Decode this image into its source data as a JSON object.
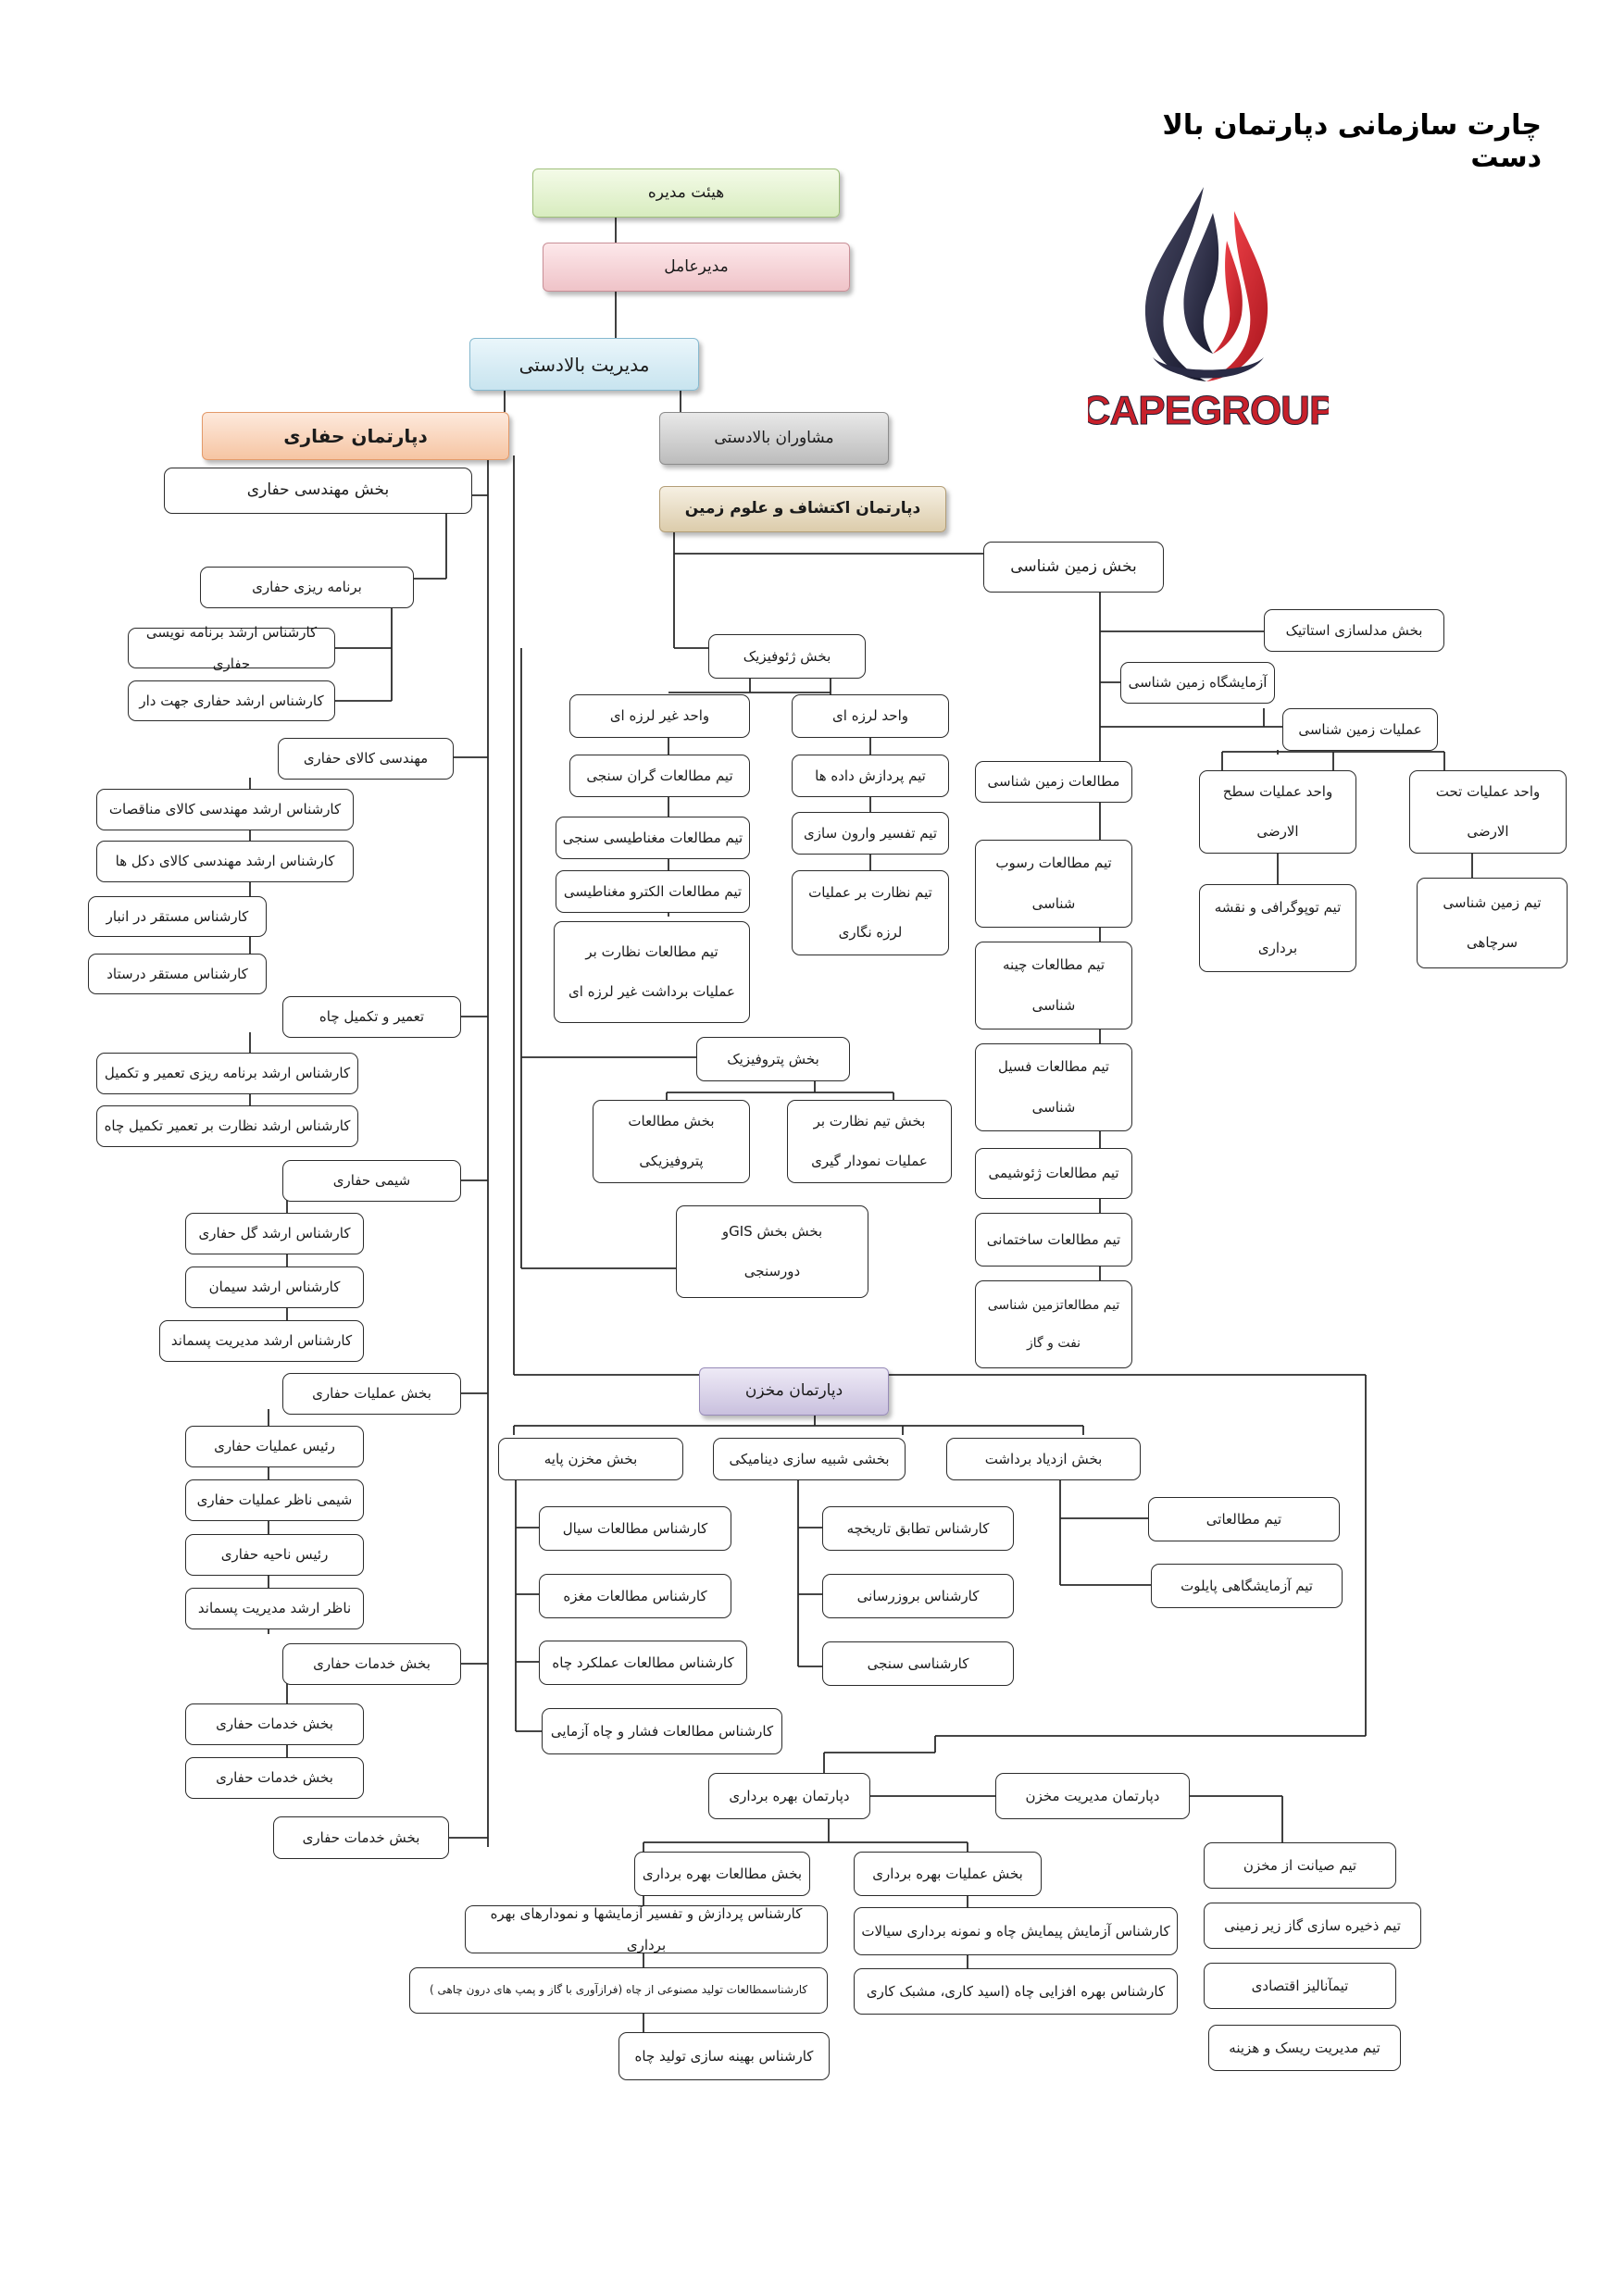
{
  "title": "چارت سازمانی دپارتمان بالا دست",
  "logo": {
    "text": "CAPEGROUP",
    "icon": "flame-drop-logo-icon",
    "colors": {
      "red": "#d3202a",
      "dark": "#1f2035"
    }
  },
  "top": {
    "board": "هیئت مدیره",
    "ceo": "مدیرعامل",
    "upstream_management": "مدیریت بالادستی",
    "drilling_department": "دپارتمان حفاری",
    "upstream_advisors": "مشاوران بالادستی",
    "exploration_department": "دپارتمان اکتشاف و علوم زمین",
    "reservoir_department": "دپارتمان مخزن"
  },
  "drilling": {
    "engineering": "بخش مهندسی حفاری",
    "planning": "برنامه ریزی حفاری",
    "senior_program_writer": "کارشناس ارشد برنامه نویسی حفاری",
    "senior_directional": "کارشناس ارشد حفاری جهت دار",
    "goods_engineering": "مهندسی کالای حفاری",
    "senior_tender_goods": "کارشناس ارشد مهندسی کالای مناقصات",
    "senior_rig_goods": "کارشناس ارشد مهندسی کالای دکل ها",
    "warehouse_expert": "کارشناس مستقر در انبار",
    "rig_expert": "کارشناس مستقر درستاد",
    "workover": "تعمیر و تکمیل چاه",
    "senior_workover_planning": "کارشناس ارشد برنامه ریزی تعمیر و تکمیل",
    "senior_workover_supervision": "کارشناس ارشد نظارت بر تعمیر تکمیل چاه",
    "chemistry": "شیمی حفاری",
    "senior_mud": "کارشناس ارشد گل حفاری",
    "senior_cement": "کارشناس ارشد سیمان",
    "senior_waste": "کارشناس ارشد مدیریت پسماند",
    "operations": "بخش عملیات حفاری",
    "ops_head": "رئیس عملیات حفاری",
    "ops_chem_supervisor": "شیمی ناظر عملیات حفاری",
    "area_head": "رئیس ناحیه حفاری",
    "senior_waste_supervisor": "ناظر ارشد مدیریت پسماند",
    "services": "بخش خدمات حفاری",
    "services_sub_1": "بخش خدمات حفاری",
    "services_sub_2": "بخش خدمات حفاری",
    "services_bottom": "بخش خدمات حفاری"
  },
  "exploration": {
    "geology": "بخش زمین شناسی",
    "static_modeling": "بخش مدلسازی استاتیک",
    "geology_lab": "آزمایشگاه زمین شناسی",
    "geology_operations": "عملیات زمین شناسی",
    "subsurface_ops": [
      "واحد عملیات تحت",
      "الارضی"
    ],
    "surface_ops": [
      "واحد عملیات سطح",
      "الارضی"
    ],
    "well_site_team": [
      "تیم زمین شناسی",
      "سرچاهی"
    ],
    "topography_team": [
      "تیم توپوگرافی و نقشه",
      "برداری"
    ],
    "geology_studies": "مطالعات زمین شناسی",
    "sediment_team": [
      "تیم مطالعات رسوب",
      "شناسی"
    ],
    "structural_layer_team": [
      "تیم مطالعات چینه",
      "شناسی"
    ],
    "fossil_team": [
      "تیم مطالعات فسیل",
      "شناسی"
    ],
    "geochem_team": "تیم مطالعات ژئوشیمی",
    "structural_team": "تیم مطالعات ساختمانی",
    "petroleum_geology_team": [
      "تیم مطالعاتزمین شناسی",
      "نفت و گاز"
    ],
    "geophysics": "بخش ژئوفیزیک",
    "seismic_unit": "واحد لرزه ای",
    "non_seismic_unit": "واحد غیر لرزه ای",
    "data_processing": "تیم پردازش داده ها",
    "inversion_team": "تیم تفسیر وارون سازی",
    "seismic_supervision": [
      "تیم نظارت بر عملیات",
      "لرزه نگاری"
    ],
    "gravity_team": "تیم مطالعات گران سنجی",
    "magnetic_team": "تیم مطالعات مغناطیسی سنجی",
    "electromagnetic_team": "تیم مطالعات  الکترو مغناطیسی",
    "non_seismic_supervision": [
      "تیم مطالعات  نظارت بر",
      "عملیات برداشت غیر لرزه ای"
    ],
    "petrophysics": "بخش پتروفیزیک",
    "petro_studies": [
      "بخش مطالعات",
      "پتروفیزیکی"
    ],
    "logging_supervision": [
      "بخش تیم نظارت بر",
      "عملیات نمودار گیری"
    ],
    "gis": [
      "بخش بخش  GISو",
      "دورسنجی"
    ]
  },
  "reservoir": {
    "base_reservoir": "بخش مخزن پایه",
    "dynamic_simulation": "بخشی شبیه سازی دینامیکی",
    "enhanced_recovery": "بخش ازدیاد برداشت",
    "fluid_studies": "کارشناس مطالعات سیال",
    "core_studies": "کارشناس مطالعات مغزه",
    "well_performance": "کارشناس مطالعات عملکرد چاه",
    "pressure_testing": "کارشناس مطالعات فشار و چاه آزمایی",
    "history_matching": "کارشناس تطابق تاریخچه",
    "updating": "کارشناس بروزرسانی",
    "assessment": "کارشناسی سنجی",
    "studies_team": "تیم مطالعاتی",
    "pilot_lab_team": "تیم آزمایشگاهی پایلوت",
    "production_department": "دپارتمان بهره برداری",
    "reservoir_management_department": "دپارتمان مدیریت مخزن",
    "production_studies": "بخش مطالعات بهره برداری",
    "production_operations": "بخش عملیات بهره برداری",
    "test_processing": "کارشناس پردازش و تفسیر آزمایشها و نمودارهای بهره برداری",
    "artificial_lift": "کارشناسمطالعات تولید مصنوعی از چاه (فرازآوری با گاز و پمپ های درون چاهی )",
    "production_optimization": "کارشناس بهینه سازی تولید چاه",
    "well_survey": "کارشناس آزمایش پیمایش چاه و نمونه برداری سیالات",
    "stimulation": "کارشناس بهره افزایی چاه (اسید کاری، مشبک کاری",
    "reservoir_maintenance": "تیم صیانت از مخزن",
    "gas_storage": "تیم ذخیره سازی گاز زیر زمینی",
    "economics": "تیمآنالیز اقتصادی",
    "risk_cost": "تیم مدیریت ریسک و هزینه"
  }
}
